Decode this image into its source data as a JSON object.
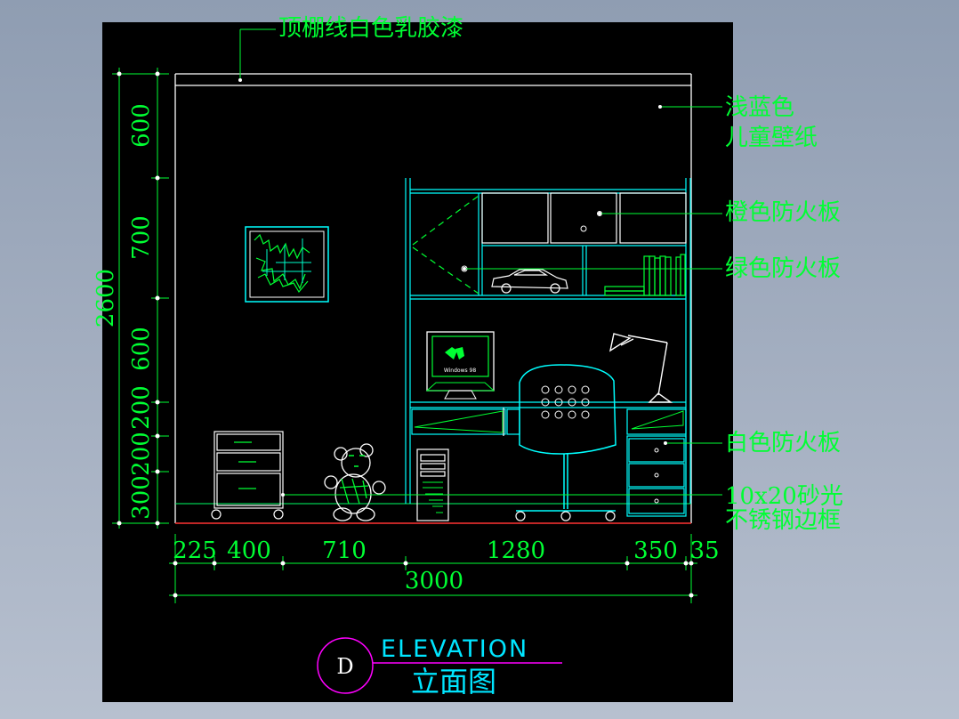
{
  "annotations": {
    "ceiling": "顶棚线白色乳胶漆",
    "wallpaper_line1": "浅蓝色",
    "wallpaper_line2": "儿童壁纸",
    "orange_board": "橙色防火板",
    "green_board": "绿色防火板",
    "white_board": "白色防火板",
    "steel_line1": "10x20砂光",
    "steel_line2": "不锈钢边框"
  },
  "vertical_dims": {
    "total": "2600",
    "segments": [
      "600",
      "700",
      "600",
      "200",
      "200",
      "300"
    ]
  },
  "horizontal_dims": {
    "segments": [
      "225",
      "400",
      "710",
      "1280",
      "350",
      "35"
    ],
    "total": "3000"
  },
  "title": {
    "marker": "D",
    "english": "ELEVATION",
    "chinese": "立面图"
  },
  "monitor_text": "Windows 98",
  "colors": {
    "canvas": "#000000",
    "dimension": "#00ff33",
    "cyan": "#00ffff",
    "white": "#ffffff",
    "magenta": "#ff00ff",
    "floor": "#ff3333",
    "title": "#00e5ff"
  }
}
